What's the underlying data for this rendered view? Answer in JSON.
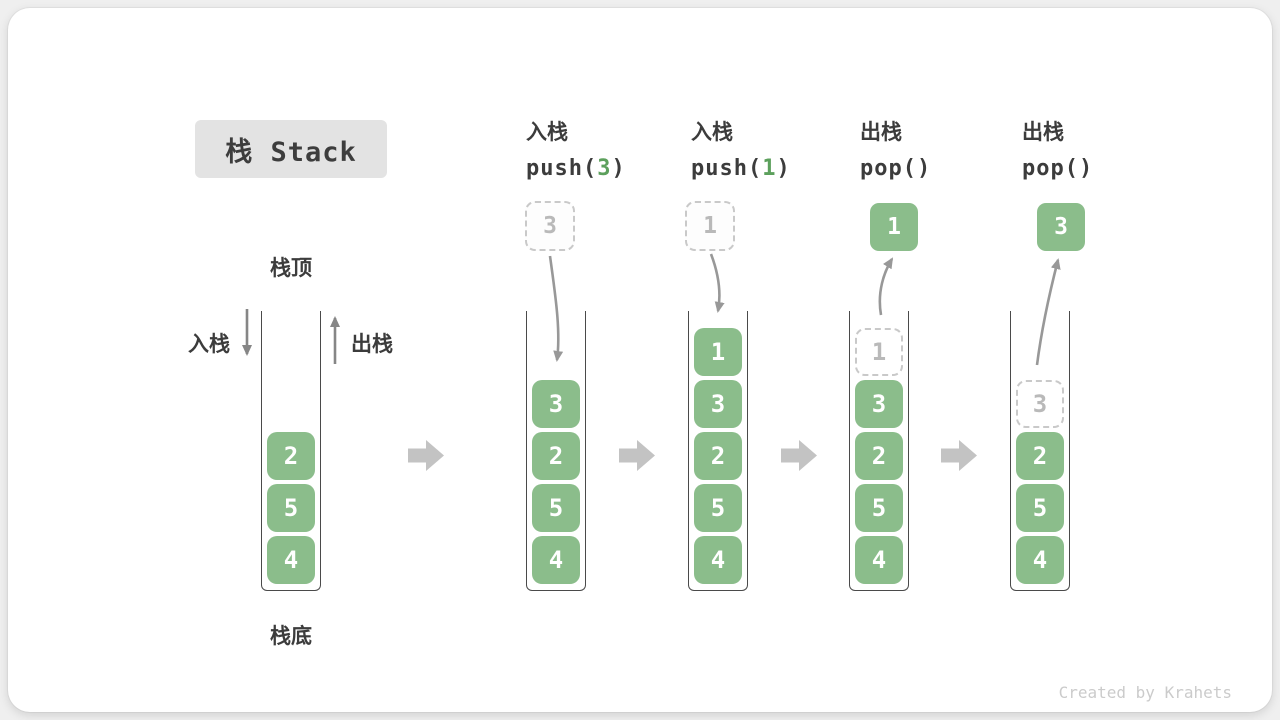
{
  "title": "栈 Stack",
  "watermark": "Created by Krahets",
  "legend": {
    "top_label": "栈顶",
    "bottom_label": "栈底",
    "push_label": "入栈",
    "pop_label": "出栈"
  },
  "colors": {
    "element_green": "#8bbd8b",
    "code_arg_green": "#5ca05c",
    "arrow_gray": "#989898",
    "block_arrow_gray": "#c3c3c3",
    "title_bg": "#e3e3e3"
  },
  "base_stack": {
    "cells": [
      "2",
      "5",
      "4"
    ]
  },
  "steps": [
    {
      "op_label": "入栈",
      "code_pre": "push(",
      "code_arg": "3",
      "code_post": ")",
      "float_value": "3",
      "float_style": "dashed",
      "cells": [
        "3",
        "2",
        "5",
        "4"
      ]
    },
    {
      "op_label": "入栈",
      "code_pre": "push(",
      "code_arg": "1",
      "code_post": ")",
      "float_value": "1",
      "float_style": "dashed",
      "cells": [
        "1",
        "3",
        "2",
        "5",
        "4"
      ]
    },
    {
      "op_label": "出栈",
      "code_pre": "pop(",
      "code_arg": "",
      "code_post": ")",
      "float_value": "1",
      "float_style": "solid",
      "ghost_value": "1",
      "cells": [
        "3",
        "2",
        "5",
        "4"
      ]
    },
    {
      "op_label": "出栈",
      "code_pre": "pop(",
      "code_arg": "",
      "code_post": ")",
      "float_value": "3",
      "float_style": "solid",
      "ghost_value": "3",
      "cells": [
        "2",
        "5",
        "4"
      ]
    }
  ]
}
